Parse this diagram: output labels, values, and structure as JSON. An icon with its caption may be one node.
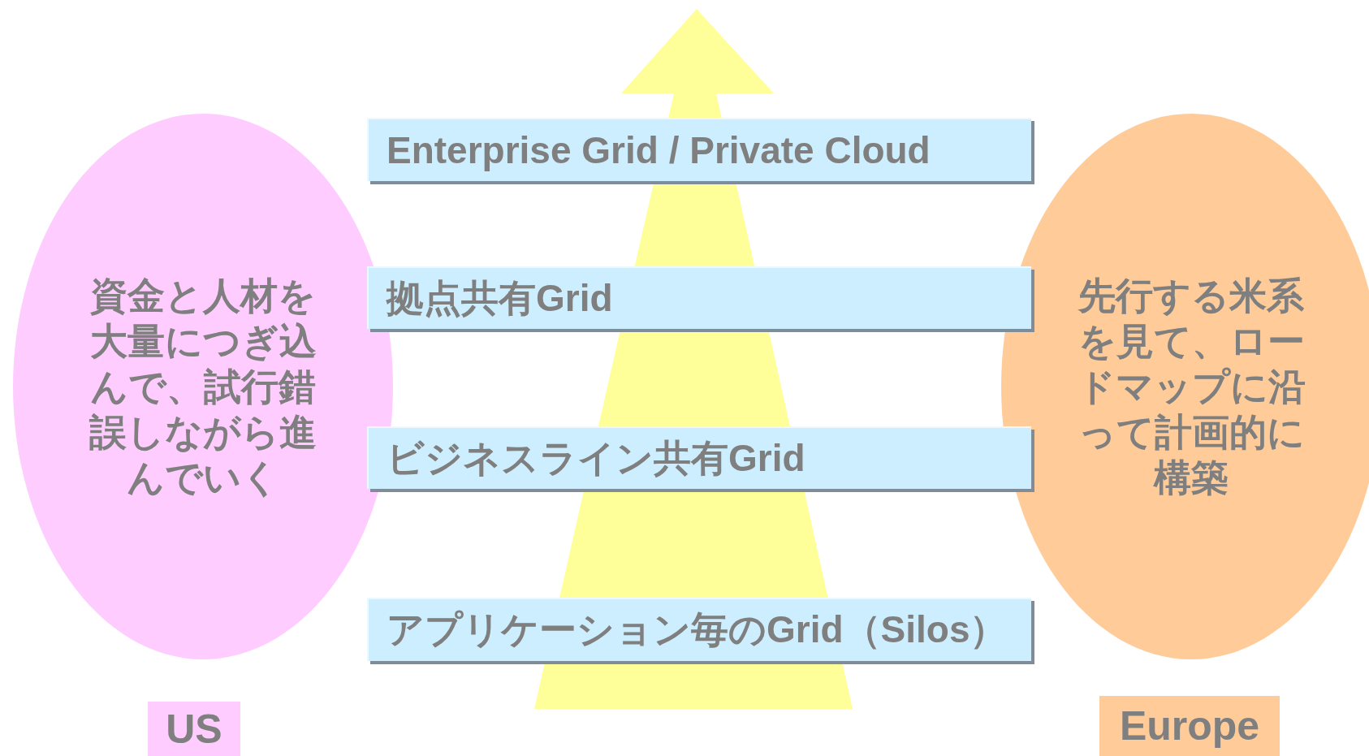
{
  "diagram": {
    "nodes": [
      {
        "text": [
          "Enterprise Grid / Private Cloud"
        ]
      },
      {
        "text": [
          "拠点共有Grid"
        ]
      },
      {
        "text": [
          "ビジネスライン共有Grid"
        ]
      },
      {
        "text": [
          "アプリケーション毎のGrid（Silos）"
        ]
      },
      {
        "text": [
          "資金と人材を大量につぎ込んで、試行錯誤しながら進んでいく"
        ]
      },
      {
        "text": [
          "先行する米系を見て、ロードマップに沿って計画的に構築"
        ]
      },
      {
        "text": [
          "US"
        ]
      },
      {
        "text": [
          "Europe"
        ]
      }
    ]
  }
}
